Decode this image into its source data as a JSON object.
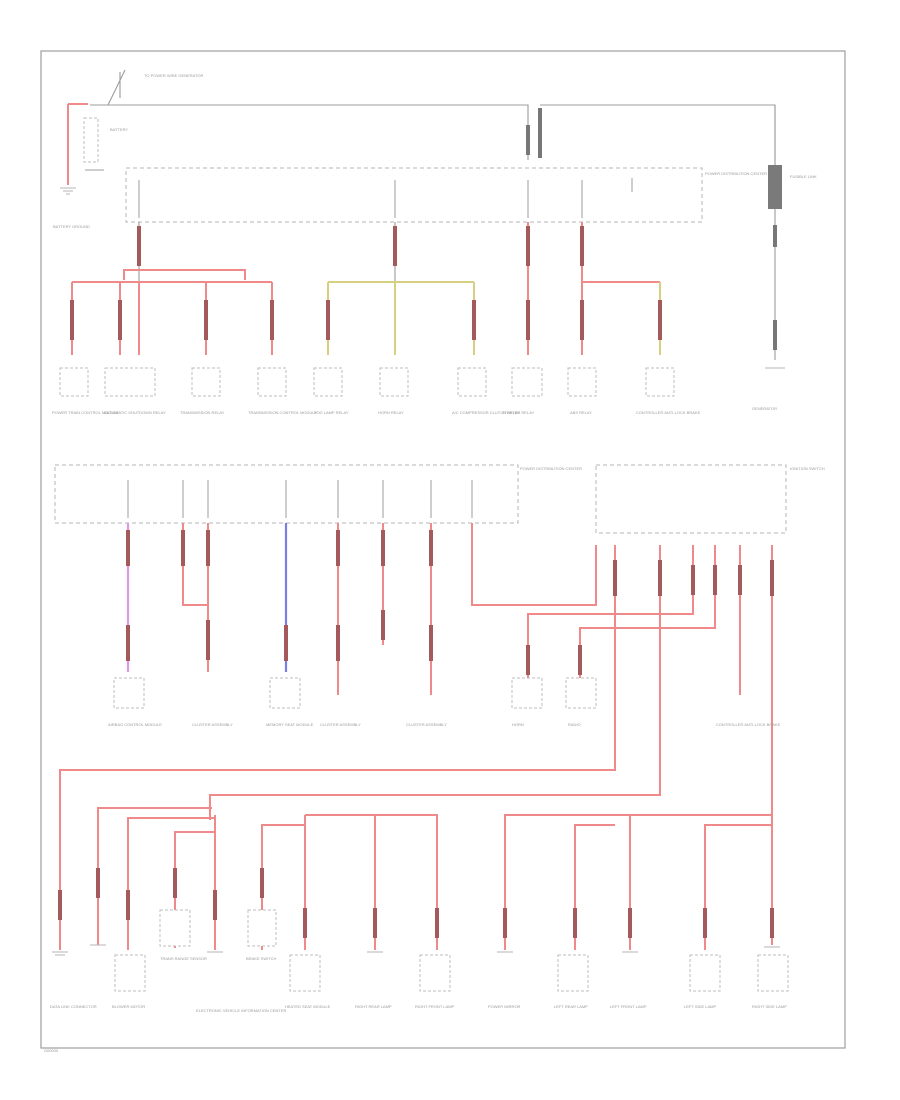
{
  "diagram": {
    "title": "",
    "corner_code": "G00000",
    "battery": {
      "label": "BATTERY",
      "note": "TO POWER WIRE GENERATOR"
    },
    "power_distribution_center_1": "POWER DISTRIBUTION CENTER",
    "power_distribution_center_2": "POWER DISTRIBUTION CENTER",
    "ignition_switch": "IGNITION SWITCH",
    "generator": "GENERATOR",
    "fusible_link": "FUSIBLE LINK",
    "ground_left": "BATTERY GROUND",
    "top_components": [
      "POWER TRAIN CONTROL MODULE",
      "AUTOMATIC SHUTDOWN RELAY",
      "TRANSMISSION RELAY",
      "TRANSMISSION CONTROL MODULE",
      "FOG LAMP RELAY",
      "HORN RELAY",
      "A/C COMPRESSOR CLUTCH RELAY",
      "STARTER RELAY",
      "ABS RELAY",
      "CONTROLLER ANTI-LOCK BRAKE"
    ],
    "middle_components": [
      "AIRBAG CONTROL MODULE",
      "CLUSTER ASSEMBLY",
      "MEMORY SEAT MODULE",
      "CLUSTER ASSEMBLY",
      "CLUSTER ASSEMBLY",
      "HORN",
      "RADIO",
      "CONTROLLER ANTI-LOCK BRAKE"
    ],
    "bottom_components": [
      "DATA LINK CONNECTOR",
      "BLOWER MOTOR",
      "TRANS RANGE SENSOR",
      "ELECTRONIC VEHICLE INFORMATION CENTER",
      "BRAKE SWITCH",
      "HEATED SEAT MODULE",
      "RIGHT REAR LAMP",
      "RIGHT FRONT LAMP",
      "POWER MIRROR",
      "LEFT REAR LAMP",
      "LEFT FRONT LAMP",
      "LEFT SIDE LAMP",
      "RIGHT SIDE LAMP"
    ]
  }
}
